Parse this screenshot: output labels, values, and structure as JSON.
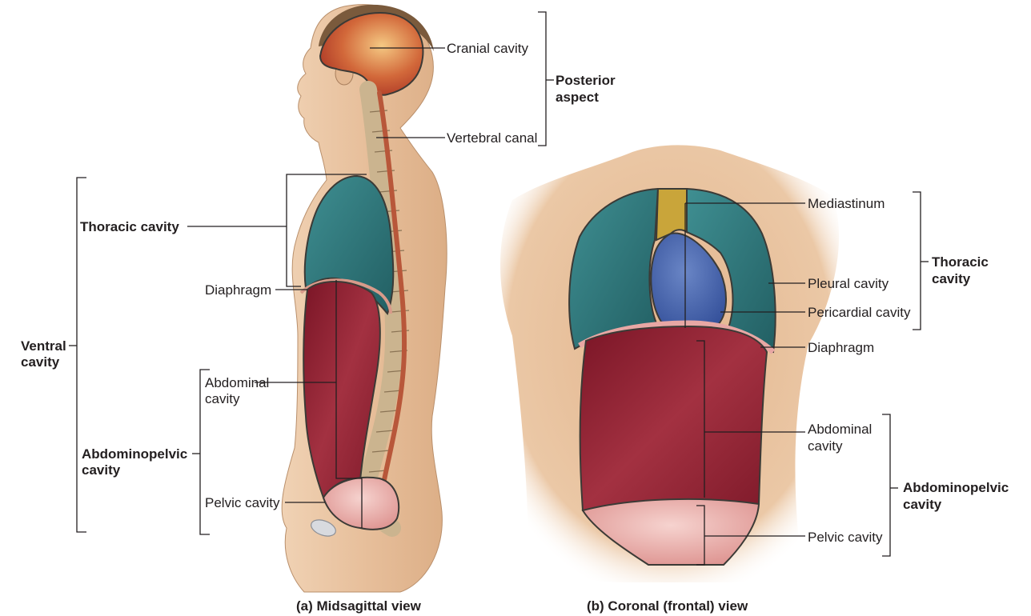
{
  "midsagittal": {
    "labels": {
      "cranial": "Cranial cavity",
      "vertebral": "Vertebral canal",
      "posterior_line1": "Posterior",
      "posterior_line2": "aspect",
      "thoracic": "Thoracic cavity",
      "diaphragm": "Diaphragm",
      "ventral_line1": "Ventral",
      "ventral_line2": "cavity",
      "abdominal_line1": "Abdominal",
      "abdominal_line2": "cavity",
      "abdominopelvic_line1": "Abdominopelvic",
      "abdominopelvic_line2": "cavity",
      "pelvic": "Pelvic cavity"
    },
    "caption": "(a) Midsagittal view"
  },
  "coronal": {
    "labels": {
      "mediastinum": "Mediastinum",
      "pleural": "Pleural cavity",
      "pericardial": "Pericardial cavity",
      "thoracic_line1": "Thoracic",
      "thoracic_line2": "cavity",
      "diaphragm": "Diaphragm",
      "abdominal_line1": "Abdominal",
      "abdominal_line2": "cavity",
      "abdominopelvic_line1": "Abdominopelvic",
      "abdominopelvic_line2": "cavity",
      "pelvic": "Pelvic cavity"
    },
    "caption": "(b) Coronal (frontal) view"
  },
  "colors": {
    "skin": "#e9c6a4",
    "cranial": "#c8502e",
    "thoracic": "#2f7d80",
    "abdominal": "#8c1f2e",
    "pelvic": "#e8a7a4",
    "mediastinum": "#c9a53a",
    "pericardial": "#4a68ad",
    "spine": "#cbb48f",
    "vertebral": "#b8573a"
  }
}
